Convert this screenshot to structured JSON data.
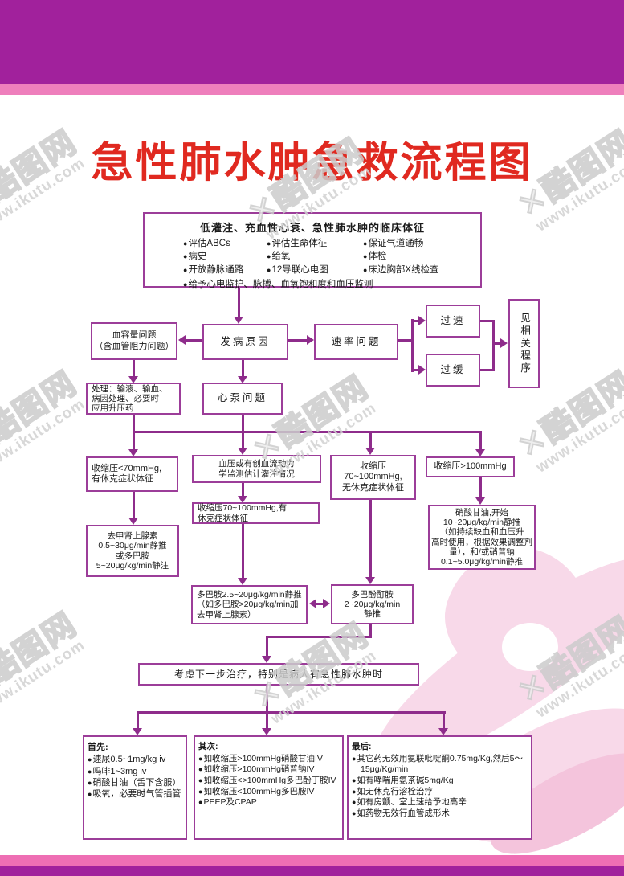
{
  "colors": {
    "header_purple": "#A1219C",
    "stripe_pink": "#EE7FBC",
    "title_red": "#E02920",
    "box_border_purple": "#9C3D99",
    "arrow_purple": "#8E2C8B",
    "decor_pink": "#F8D9E9"
  },
  "watermark": {
    "mark": "✕",
    "brand": "酷图网",
    "url": "www.ikutu.com"
  },
  "title": "急性肺水肿急救流程图",
  "assessment": {
    "title": "低灌注、充血性心衰、急性肺水肿的临床体征",
    "rows": [
      [
        "评估ABCs",
        "评估生命体征",
        "保证气道通畅"
      ],
      [
        "病史",
        "给氧",
        "体检"
      ],
      [
        "开放静脉通路",
        "12导联心电图",
        "床边胸部X线检查"
      ]
    ],
    "footer": "给予心电监护、脉搏、血氧饱和度和血压监测"
  },
  "nodes": {
    "blood_volume": "血容量问题\n（含血管阻力问题）",
    "cause": "发病原因",
    "rate_problem": "速率问题",
    "too_fast": "过速",
    "too_slow": "过缓",
    "see_related": "见相关程序",
    "treatment": "处理：输液、输血、\n病因处理、必要时\n应用升压药",
    "pump_problem": "心泵问题",
    "sbp_lt70": "收缩压<70mmHg,\n有休克症状体征",
    "bp_monitor": "血压或有创血流动力\n学监测估计灌注情况",
    "sbp_70_100_noshock": "收缩压\n70~100mmHg,\n无休克症状体征",
    "sbp_gt100": "收缩压>100mmHg",
    "sbp_70_100_shock": "收缩压70~100mmHg,有\n休克症状体征",
    "norepinephrine": "去甲肾上腺素\n0.5~30μg/min静推\n或多巴胺\n5~20μg/kg/min静注",
    "dopamine": "多巴胺2.5~20μg/kg/min静推\n（如多巴胺>20μg/kg/min加\n去甲肾上腺素）",
    "dobutamine": "多巴酚酊胺\n2~20μg/kg/min\n静推",
    "nitroglycerin": "硝酸甘油,开始\n10~20μg/kg/min静推\n（如持续缺血和血压升\n高时使用，根据效果调整剂\n量），和/或硝普钠\n0.1~5.0μg/kg/min静推",
    "consider_next": "考虑下一步治疗，特别是病人有急性肺水肿时"
  },
  "steps": {
    "first": {
      "title": "首先:",
      "items": [
        "速尿0.5~1mg/kg iv",
        "吗啡1~3mg iv",
        "硝酸甘油（舌下含服）",
        "吸氧，必要时气管插管"
      ]
    },
    "second": {
      "title": "其次:",
      "items": [
        "如收缩压>100mmHg硝酸甘油IV",
        "如收缩压>100mmHg硝普钠IV",
        "如收缩压<>100mmHg多巴酚丁胺IV",
        "如收缩压<100mmHg多巴胺IV",
        "PEEP及CPAP"
      ]
    },
    "third": {
      "title": "最后:",
      "items": [
        "其它药无效用氨联吡啶酮0.75mg/Kg,然后5～15μg/Kg/min",
        "如有哮喘用氨茶碱5mg/Kg",
        "如无休克行溶栓治疗",
        "如有房颤、室上速给予地高辛",
        "如药物无效行血管成形术"
      ]
    }
  }
}
